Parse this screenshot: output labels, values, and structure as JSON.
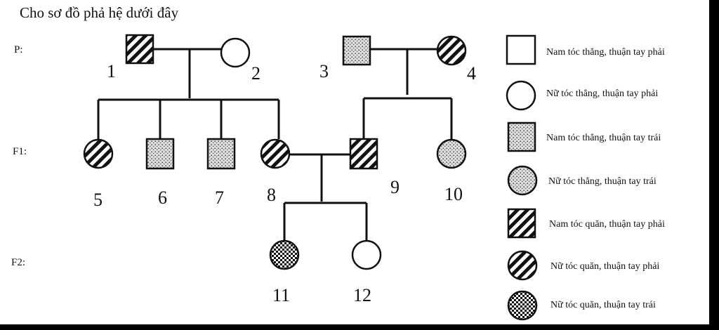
{
  "title": "Cho sơ đồ phả hệ dưới đây",
  "generations": {
    "p": "P:",
    "f1": "F1:",
    "f2": "F2:"
  },
  "colors": {
    "ink": "#111111",
    "background": "#ffffff",
    "frame": "#000000"
  },
  "individuals": {
    "i1": {
      "label": "1",
      "sex": "male",
      "phenotype": "striped"
    },
    "i2": {
      "label": "2",
      "sex": "female",
      "phenotype": "blank"
    },
    "i3": {
      "label": "3",
      "sex": "male",
      "phenotype": "dotted"
    },
    "i4": {
      "label": "4",
      "sex": "female",
      "phenotype": "striped"
    },
    "i5": {
      "label": "5",
      "sex": "female",
      "phenotype": "striped"
    },
    "i6": {
      "label": "6",
      "sex": "male",
      "phenotype": "dotted"
    },
    "i7": {
      "label": "7",
      "sex": "male",
      "phenotype": "dotted"
    },
    "i8": {
      "label": "8",
      "sex": "female",
      "phenotype": "striped"
    },
    "i9": {
      "label": "9",
      "sex": "male",
      "phenotype": "striped"
    },
    "i10": {
      "label": "10",
      "sex": "female",
      "phenotype": "dotted"
    },
    "i11": {
      "label": "11",
      "sex": "female",
      "phenotype": "checkered"
    },
    "i12": {
      "label": "12",
      "sex": "female",
      "phenotype": "blank"
    }
  },
  "legend": {
    "l1": "Nam tóc thẳng, thuận tay phải",
    "l2": "Nữ tóc thẳng, thuận tay phải",
    "l3": "Nam tóc thẳng, thuận tay trái",
    "l4": "Nữ tóc thẳng, thuận tay trái",
    "l5": "Nam tóc quăn, thuận tay phải",
    "l6": "Nữ tóc quăn, thuận tay phải",
    "l7": "Nữ tóc quăn, thuận tay trái"
  }
}
